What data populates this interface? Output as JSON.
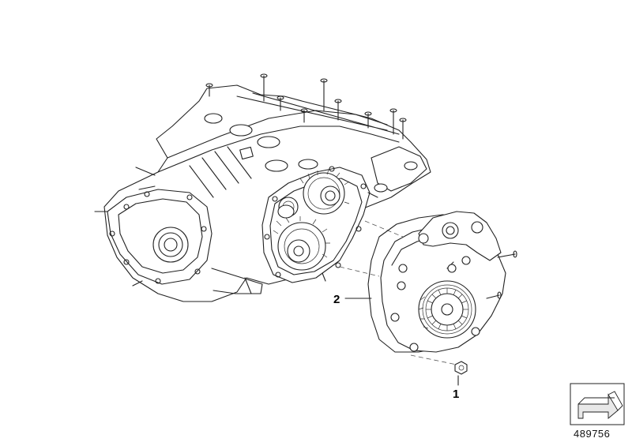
{
  "diagram": {
    "callouts": [
      {
        "id": "1",
        "label": "1"
      },
      {
        "id": "2",
        "label": "2"
      }
    ],
    "reference_number": "489756"
  },
  "parts": {
    "housing": "engine-housing-icon",
    "cover": "timing-cover-icon",
    "nut": "hex-nut-icon",
    "nav": "navigation-arrow-icon"
  }
}
